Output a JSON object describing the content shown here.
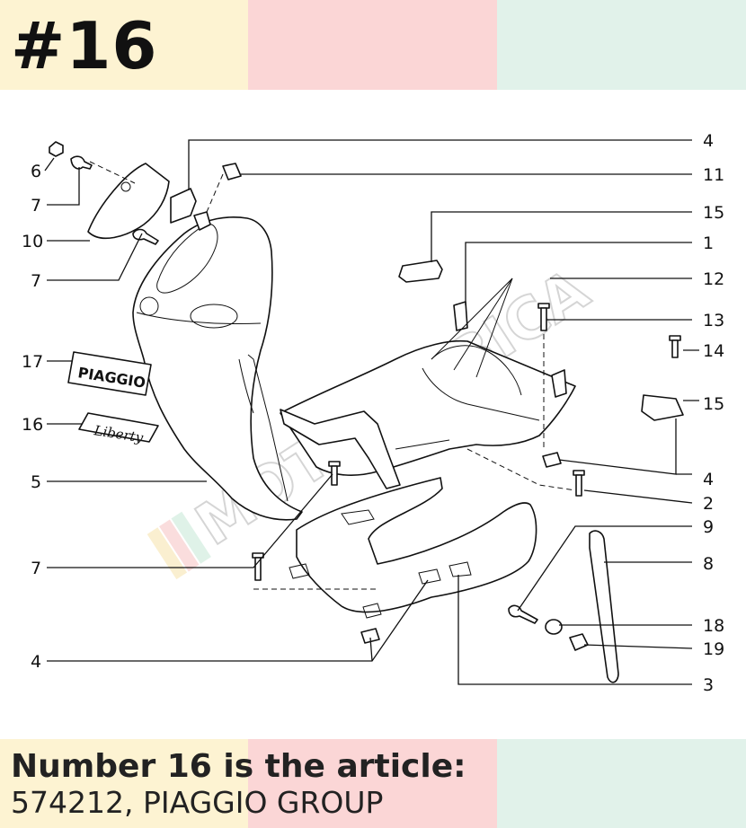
{
  "header": {
    "title": "#16"
  },
  "caption": {
    "line1": "Number 16 is the article:",
    "line2": "574212, PIAGGIO GROUP"
  },
  "diagram": {
    "labels": [
      "4",
      "11",
      "15",
      "1",
      "12",
      "13",
      "14",
      "15",
      "4",
      "2",
      "9",
      "8",
      "18",
      "19",
      "3",
      "6",
      "7",
      "10",
      "7",
      "17",
      "16",
      "5",
      "7",
      "4"
    ],
    "emblem_text": "PIAGGIO",
    "script_text": "Liberty",
    "watermark": "MOTOMOBICA"
  },
  "colors": {
    "yellow": "#fdf3d2",
    "pink": "#fbd6d6",
    "mint": "#e1f2ea",
    "ink": "#111111"
  }
}
